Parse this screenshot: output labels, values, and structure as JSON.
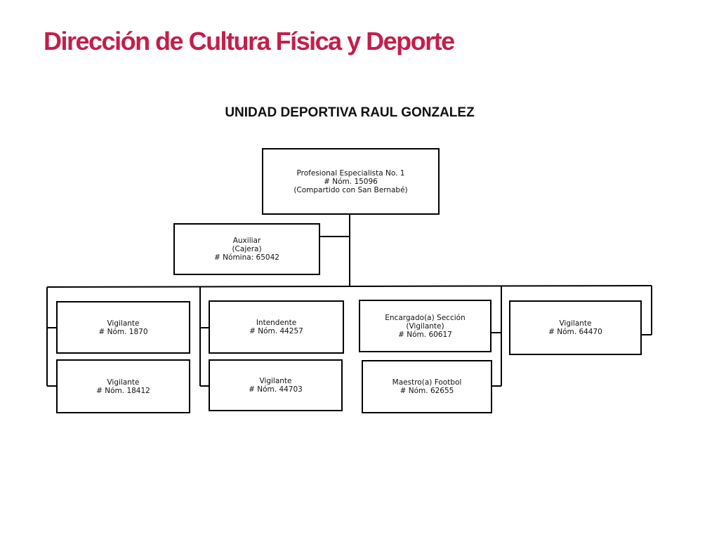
{
  "header": {
    "title": "Dirección de Cultura Física y Deporte",
    "subtitle": "UNIDAD DEPORTIVA RAUL GONZALEZ"
  },
  "colors": {
    "title": "#c41e4a",
    "box_border": "#000000",
    "text": "#111111"
  },
  "org": {
    "head": {
      "l1": "Profesional Especialista No. 1",
      "l2": "# Nóm. 15096",
      "l3": "(Compartido con San Bernabé)"
    },
    "auxiliar": {
      "l1": "Auxiliar",
      "l2": "(Cajera)",
      "l3": "# Nómina: 65042"
    },
    "col1": [
      {
        "l1": "Vigilante",
        "l2": "# Nóm. 1870"
      },
      {
        "l1": "Vigilante",
        "l2": "# Nóm. 18412"
      }
    ],
    "col2": [
      {
        "l1": "Intendente",
        "l2": "# Nóm. 44257"
      },
      {
        "l1": "Vigilante",
        "l2": "# Nóm. 44703"
      }
    ],
    "col3": [
      {
        "l1": "Encargado(a)  Sección",
        "l2": "(Vigilante)",
        "l3": "# Nóm. 60617"
      },
      {
        "l1": "Maestro(a)  Footbol",
        "l2": "# Nóm. 62655"
      }
    ],
    "col4": [
      {
        "l1": "Vigilante",
        "l2": "# Nóm. 64470"
      }
    ]
  }
}
